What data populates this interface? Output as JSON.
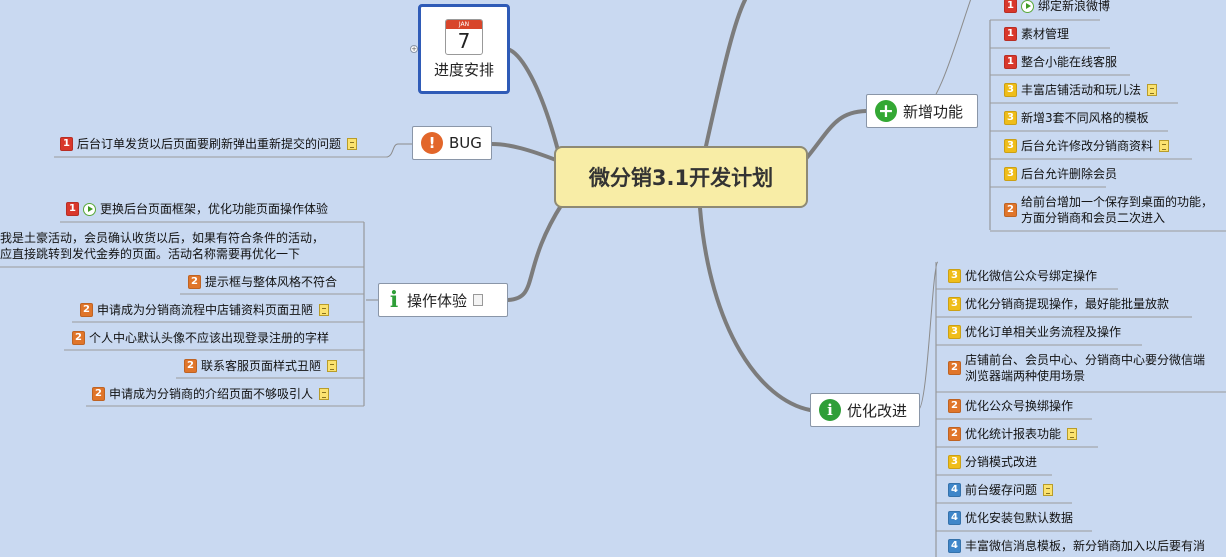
{
  "central": {
    "title": "微分销3.1开发计划"
  },
  "colors": {
    "p1": "#d9372b",
    "p2": "#e0752a",
    "p3": "#efbd19",
    "p4": "#3f86c9",
    "background": "#c9d9f1",
    "central_fill": "#f8eda6",
    "branch": "#7c7c7c"
  },
  "schedule": {
    "label": "进度安排",
    "calendar_month": "JAN",
    "calendar_day": "7",
    "icon": "calendar-icon"
  },
  "bug": {
    "label": "BUG",
    "icon": "exclamation-icon",
    "items": [
      {
        "priority": "1",
        "text": "后台订单发货以后页面要刷新弹出重新提交的问题",
        "note": true
      }
    ]
  },
  "new_features": {
    "label": "新增功能",
    "icon": "plus-icon",
    "items": [
      {
        "priority": "1",
        "play": true,
        "text": "绑定新浪微博"
      },
      {
        "priority": "1",
        "text": "素材管理"
      },
      {
        "priority": "1",
        "text": "整合小能在线客服"
      },
      {
        "priority": "3",
        "text": "丰富店铺活动和玩儿法",
        "note": true
      },
      {
        "priority": "3",
        "text": "新增3套不同风格的模板"
      },
      {
        "priority": "3",
        "text": "后台允许修改分销商资料",
        "note": true
      },
      {
        "priority": "3",
        "text": "后台允许删除会员"
      },
      {
        "priority": "2",
        "lines": [
          "给前台增加一个保存到桌面的功能，",
          "方面分销商和会员二次进入"
        ]
      }
    ]
  },
  "ux": {
    "label": "操作体验",
    "icon": "info-icon",
    "items": [
      {
        "priority": "1",
        "play": true,
        "text": "更换后台页面框架，优化功能页面操作体验"
      },
      {
        "lines": [
          "我是土豪活动，会员确认收货以后，如果有符合条件的活动，",
          "应直接跳转到发代金券的页面。活动名称需要再优化一下"
        ]
      },
      {
        "priority": "2",
        "text": "提示框与整体风格不符合"
      },
      {
        "priority": "2",
        "text": "申请成为分销商流程中店铺资料页面丑陋",
        "note": true
      },
      {
        "priority": "2",
        "text": "个人中心默认头像不应该出现登录注册的字样"
      },
      {
        "priority": "2",
        "text": "联系客服页面样式丑陋",
        "note": true
      },
      {
        "priority": "2",
        "text": "申请成为分销商的介绍页面不够吸引人",
        "note": true
      }
    ]
  },
  "optimize": {
    "label": "优化改进",
    "icon": "info-icon",
    "items": [
      {
        "priority": "3",
        "text": "优化微信公众号绑定操作"
      },
      {
        "priority": "3",
        "text": "优化分销商提现操作，最好能批量放款"
      },
      {
        "priority": "3",
        "text": "优化订单相关业务流程及操作"
      },
      {
        "priority": "2",
        "lines": [
          "店铺前台、会员中心、分销商中心要分微信端",
          "浏览器端两种使用场景"
        ]
      },
      {
        "priority": "2",
        "text": "优化公众号换绑操作"
      },
      {
        "priority": "2",
        "text": "优化统计报表功能",
        "note": true
      },
      {
        "priority": "3",
        "text": "分销模式改进"
      },
      {
        "priority": "4",
        "text": "前台缓存问题",
        "note": true
      },
      {
        "priority": "4",
        "text": "优化安装包默认数据"
      },
      {
        "priority": "4",
        "text": "丰富微信消息模板，新分销商加入以后要有消"
      }
    ]
  }
}
